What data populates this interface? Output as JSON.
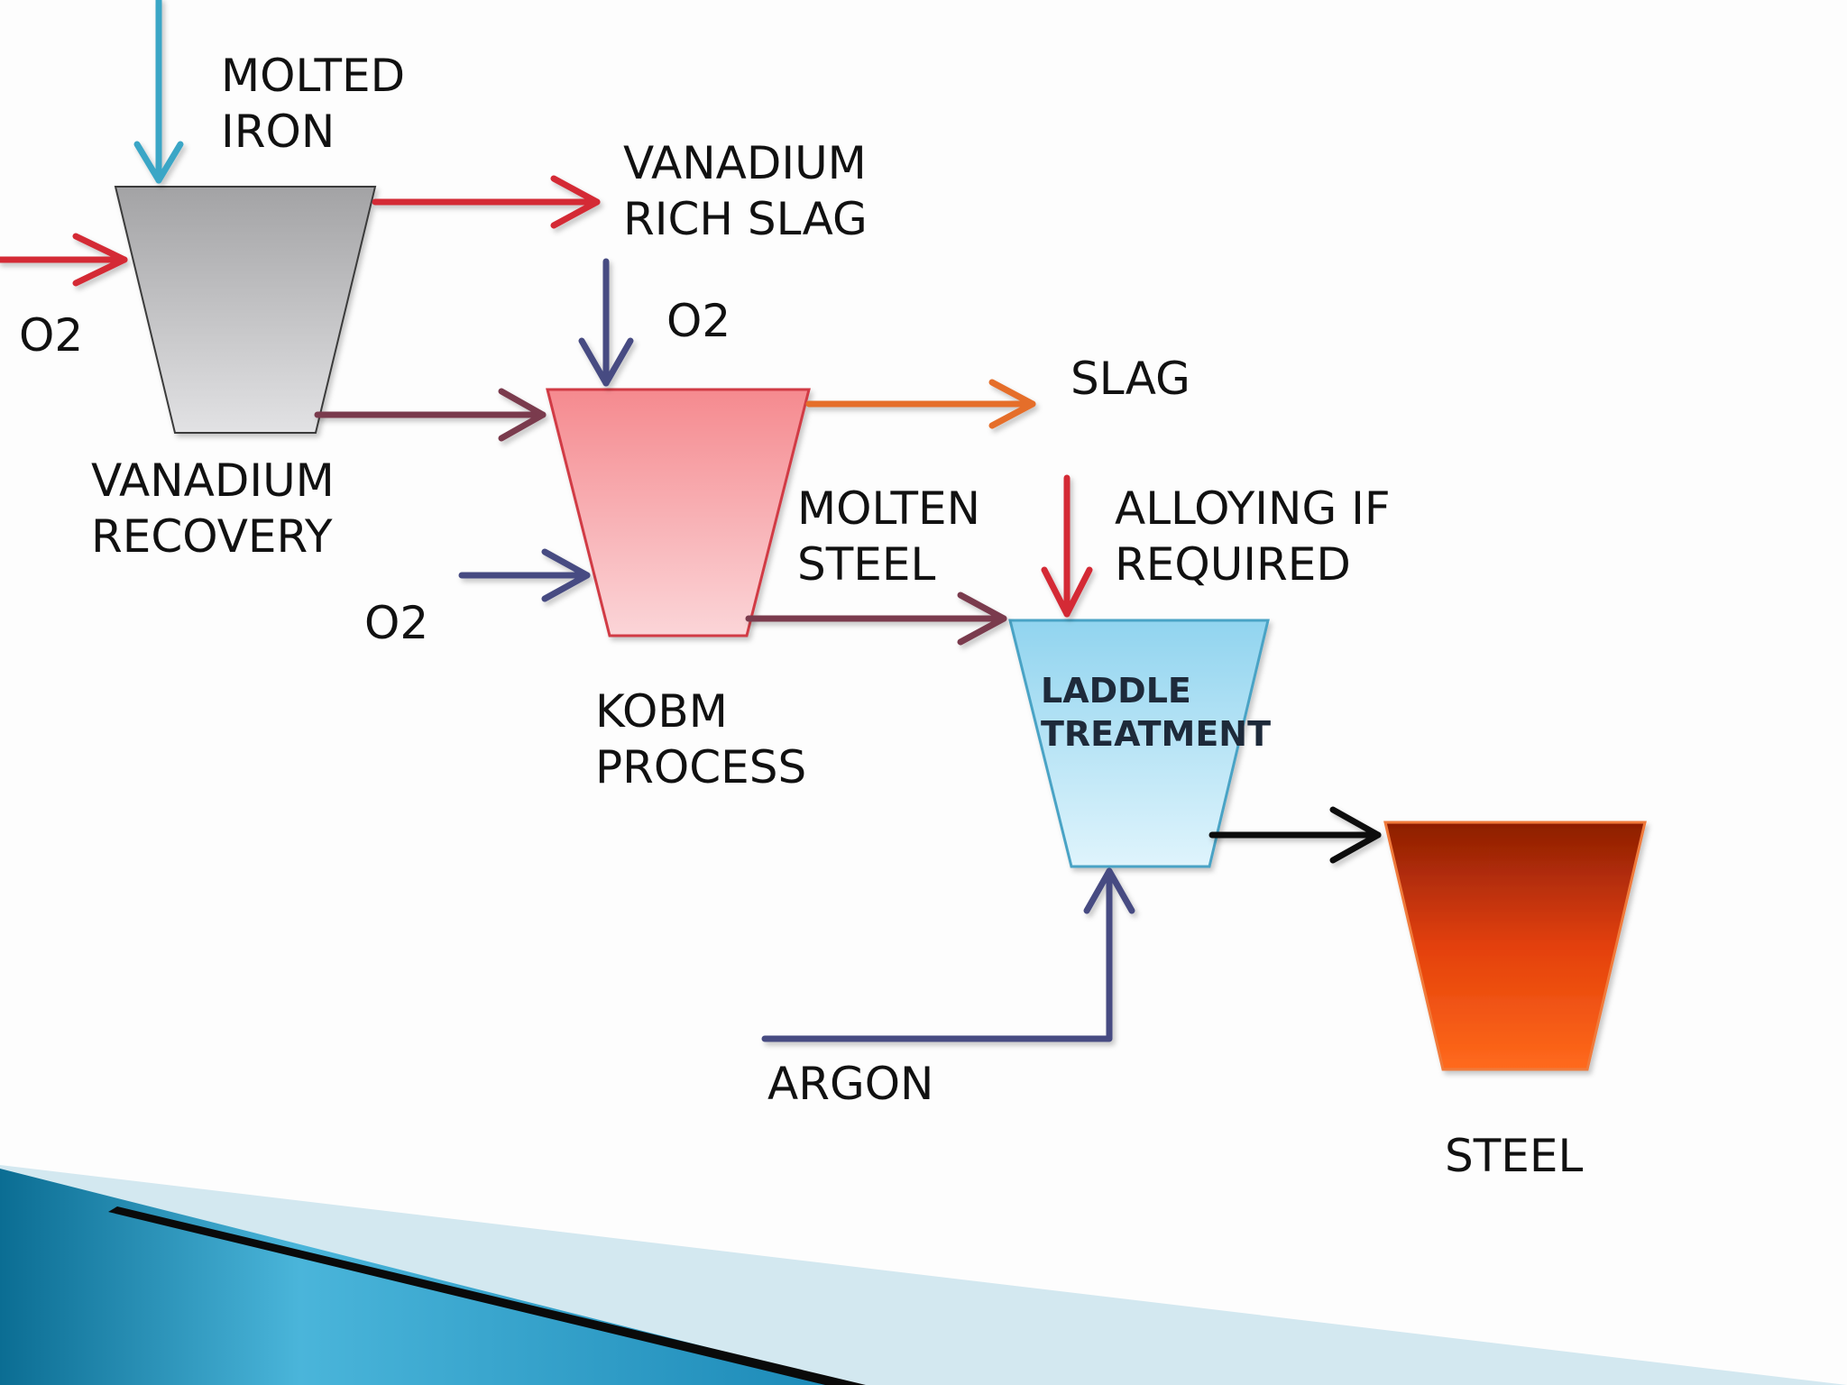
{
  "slide": {
    "labels": {
      "molted_iron": [
        "MOLTED",
        "IRON"
      ],
      "o2_left": "O2",
      "vanadium_rich_slag": [
        "VANADIUM",
        "RICH SLAG"
      ],
      "vanadium_recovery": [
        "VANADIUM",
        "RECOVERY"
      ],
      "o2_top": "O2",
      "slag": "SLAG",
      "molten_steel": [
        "MOLTEN",
        "STEEL"
      ],
      "alloying": [
        "ALLOYING IF",
        "REQUIRED"
      ],
      "o2_mid": "O2",
      "kobm_process": [
        "KOBM",
        "PROCESS"
      ],
      "laddle_treatment": [
        "LADDLE",
        "TREATMENT"
      ],
      "argon": "ARGON",
      "steel": "STEEL"
    },
    "colors": {
      "red_arrow": "#d42a35",
      "navy_arrow": "#474b82",
      "maroon_arrow": "#7a3a4e",
      "orange_arrow": "#e56e2a",
      "teal_arrow": "#3ba6c6",
      "black_arrow": "#111111",
      "gray_vessel": "#b4b4b6",
      "pink_vessel": "#f79a9e",
      "blue_vessel": "#a6dcf1",
      "rust_vessel": "#d8400c",
      "band_blue": "#1f8fbd",
      "band_light": "#cfe7f0"
    }
  }
}
